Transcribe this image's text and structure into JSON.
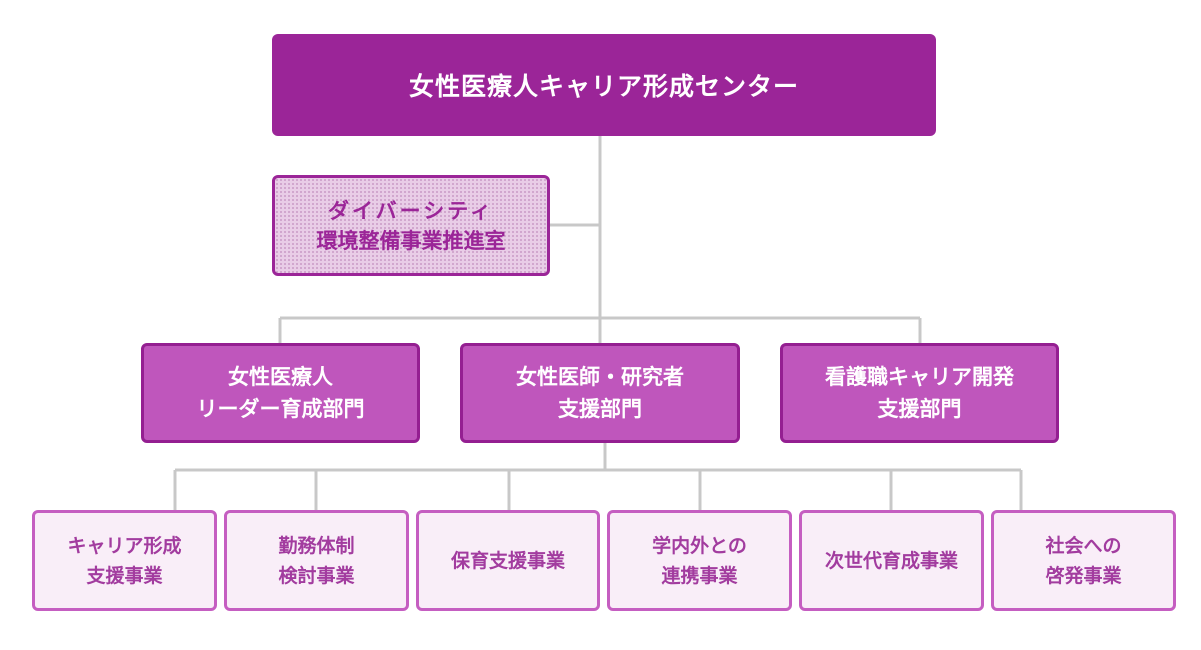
{
  "diagram": {
    "top": {
      "lines": [
        "女性医療人キャリア形成センター"
      ]
    },
    "office": {
      "lines": [
        "ダイバーシティ",
        "環境整備事業推進室"
      ]
    },
    "departments": [
      {
        "lines": [
          "女性医療人",
          "リーダー育成部門"
        ]
      },
      {
        "lines": [
          "女性医師・研究者",
          "支援部門"
        ]
      },
      {
        "lines": [
          "看護職キャリア開発",
          "支援部門"
        ]
      }
    ],
    "programs": [
      {
        "lines": [
          "キャリア形成",
          "支援事業"
        ]
      },
      {
        "lines": [
          "勤務体制",
          "検討事業"
        ]
      },
      {
        "lines": [
          "保育支援事業"
        ]
      },
      {
        "lines": [
          "学内外との",
          "連携事業"
        ]
      },
      {
        "lines": [
          "次世代育成事業"
        ]
      },
      {
        "lines": [
          "社会への",
          "啓発事業"
        ]
      }
    ],
    "colors": {
      "primary": "#9b2598",
      "department": "#bf56bc",
      "program_border": "#c55ec1",
      "program_fill": "#f9eef8",
      "office_fill": "#e9cde7",
      "connector": "#c8c8c8"
    }
  }
}
